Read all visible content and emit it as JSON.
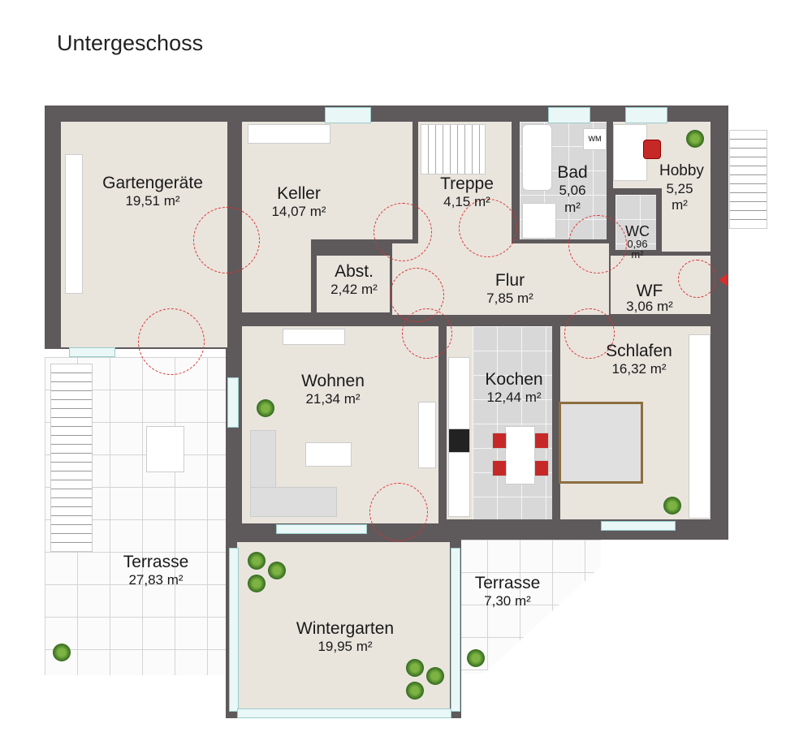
{
  "title": "Untergeschoss",
  "rooms": {
    "gartengeraete": {
      "name": "Gartengeräte",
      "area": "19,51 m²"
    },
    "keller": {
      "name": "Keller",
      "area": "14,07 m²"
    },
    "treppe": {
      "name": "Treppe",
      "area": "4,15 m²"
    },
    "bad": {
      "name": "Bad",
      "area": "5,06 m²"
    },
    "hobby": {
      "name": "Hobby",
      "area": "5,25 m²"
    },
    "wc": {
      "name": "WC",
      "area": "0,96 m²"
    },
    "abst": {
      "name": "Abst.",
      "area": "2,42 m²"
    },
    "flur": {
      "name": "Flur",
      "area": "7,85 m²"
    },
    "wf": {
      "name": "WF",
      "area": "3,06 m²"
    },
    "wohnen": {
      "name": "Wohnen",
      "area": "21,34 m²"
    },
    "kochen": {
      "name": "Kochen",
      "area": "12,44 m²"
    },
    "schlafen": {
      "name": "Schlafen",
      "area": "16,32 m²"
    },
    "terrasse_left": {
      "name": "Terrasse",
      "area": "27,83 m²"
    },
    "wintergarten": {
      "name": "Wintergarten",
      "area": "19,95 m²"
    },
    "terrasse_right": {
      "name": "Terrasse",
      "area": "7,30 m²"
    }
  },
  "wm_label": "WM",
  "colors": {
    "wall": "#5e595b",
    "floor": "#e9e5dd",
    "door": "#dd3333",
    "entrance": "#d32f2f"
  }
}
